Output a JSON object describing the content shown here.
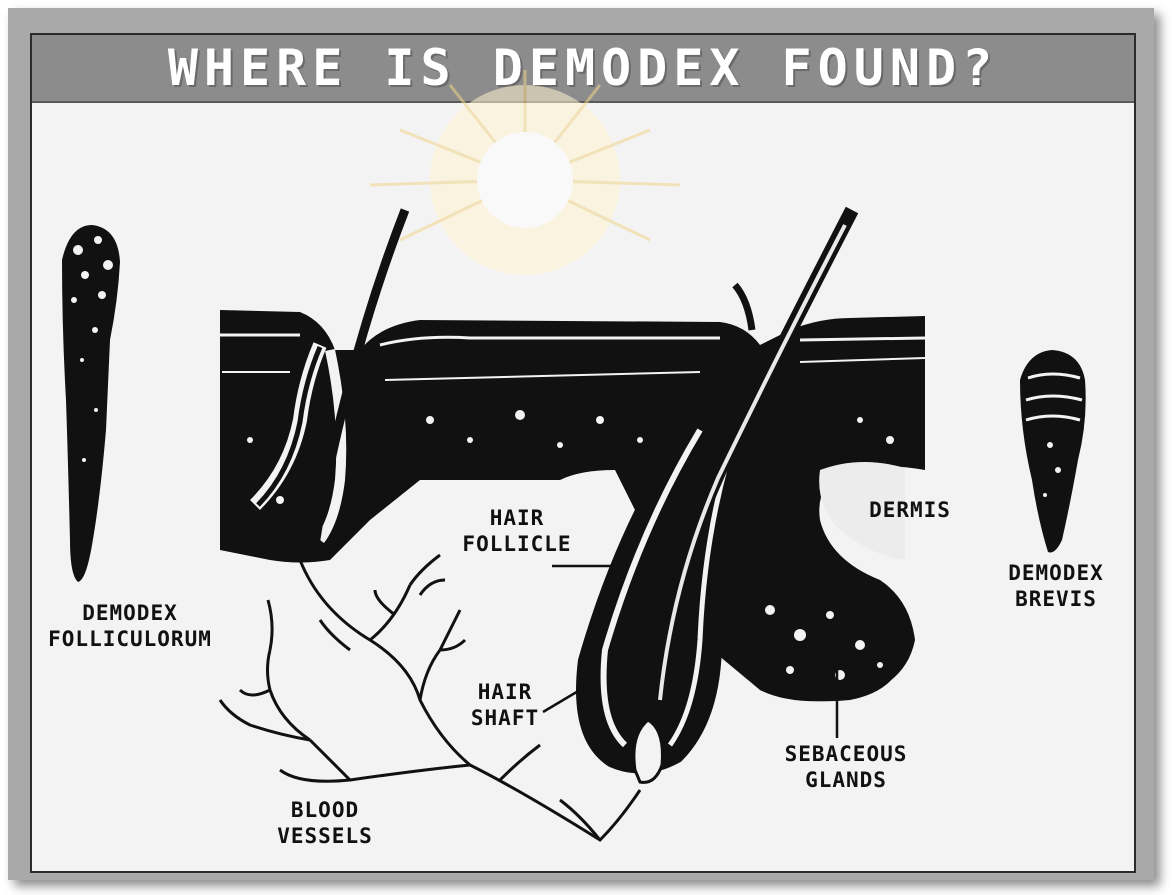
{
  "title": "WHERE IS DEMODEX FOUND?",
  "labels": {
    "demodex_folliculorum": [
      "DEMODEX",
      "FOLLICULORUM"
    ],
    "demodex_brevis": [
      "DEMODEX",
      "BREVIS"
    ],
    "dermis": "DERMIS",
    "hair_follicle": [
      "HAIR",
      "FOLLICLE"
    ],
    "hair_shaft": [
      "HAIR",
      "SHAFT"
    ],
    "sebaceous_glands": [
      "SEBACEOUS",
      "GLANDS"
    ],
    "blood_vessels": [
      "BLOOD",
      "VESSELS"
    ]
  },
  "colors": {
    "frame": "#a9a9a9",
    "title_bar": "#8c8c8c",
    "title_text": "#ffffff",
    "ink": "#111111",
    "panel": "#f3f3f3"
  }
}
